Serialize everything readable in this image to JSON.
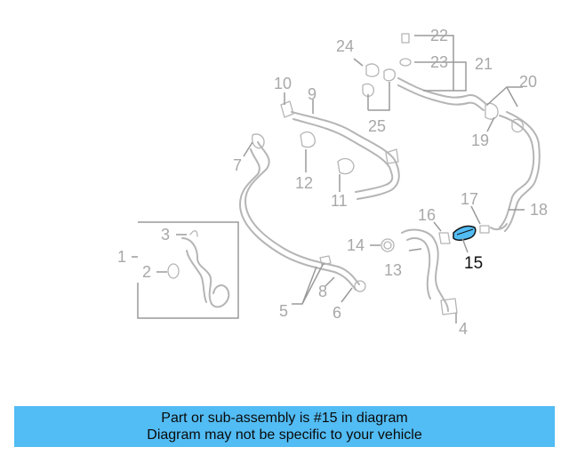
{
  "diagram": {
    "labels": {
      "l1": "1",
      "l2": "2",
      "l3": "3",
      "l4": "4",
      "l5": "5",
      "l6": "6",
      "l7": "7",
      "l8": "8",
      "l9": "9",
      "l10": "10",
      "l11": "11",
      "l12": "12",
      "l13": "13",
      "l14": "14",
      "l15": "15",
      "l16": "16",
      "l17": "17",
      "l18": "18",
      "l19": "19",
      "l20": "20",
      "l21": "21",
      "l22": "22",
      "l23": "23",
      "l24": "24",
      "l25": "25"
    },
    "highlight_color": "#52bcf4",
    "part_color": "#b5b5b5"
  },
  "banner": {
    "line1": "Part or sub-assembly is #15 in diagram",
    "line2": "Diagram may not be specific to your vehicle",
    "background": "#52bcf4"
  }
}
